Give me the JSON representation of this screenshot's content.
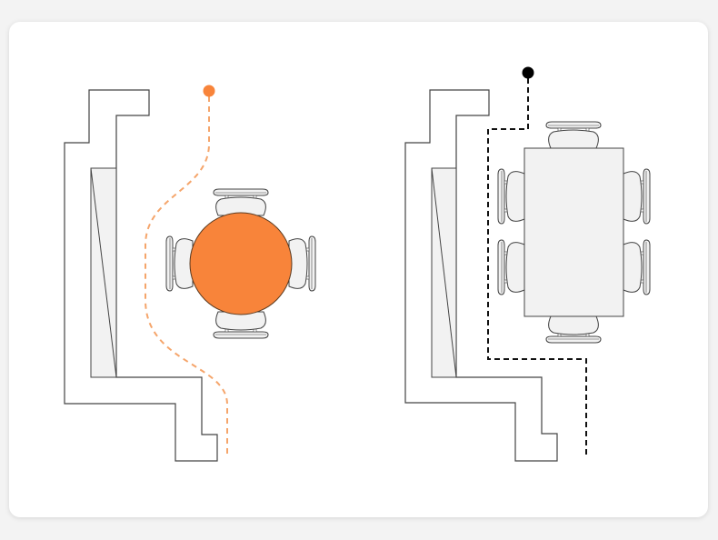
{
  "diagram": {
    "panels": [
      {
        "name": "round-table-layout",
        "table_shape": "circle",
        "chairs": 4,
        "path_style": "curved-dashed"
      },
      {
        "name": "rectangular-table-layout",
        "table_shape": "rectangle",
        "chairs": 6,
        "path_style": "orthogonal-dashed"
      }
    ]
  },
  "colors": {
    "accent": "#f8843a",
    "path_left": "#f5a56b",
    "path_right": "#111111",
    "wall_stroke": "#333333",
    "furniture_fill": "#f2f2f2",
    "card_bg": "#ffffff",
    "page_bg": "#f3f3f3"
  }
}
